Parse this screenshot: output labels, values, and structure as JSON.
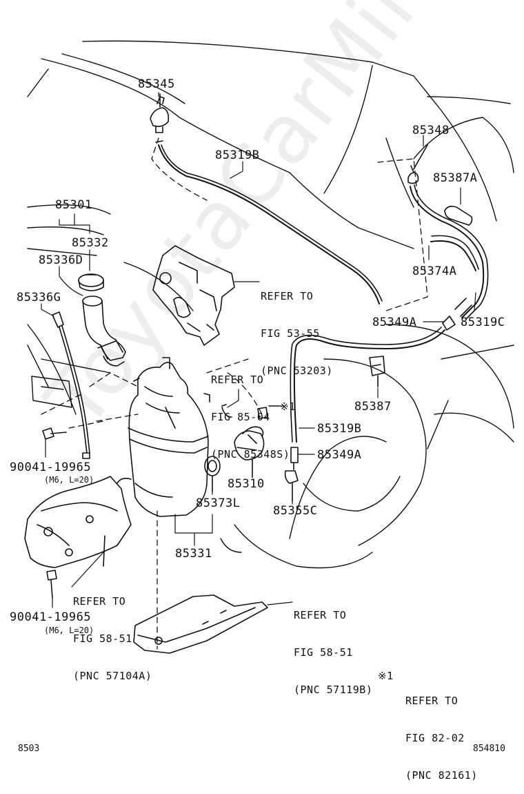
{
  "parts": {
    "p85345": "85345",
    "p85319B_top": "85319B",
    "p85348": "85348",
    "p85387A": "85387A",
    "p85301": "85301",
    "p85332": "85332",
    "p85336D": "85336D",
    "p85336G": "85336G",
    "p85374A": "85374A",
    "p85349A_top": "85349A",
    "p85319C": "85319C",
    "p85387": "85387",
    "p85319B_mid": "85319B",
    "p85349A_mid": "85349A",
    "p85310": "85310",
    "p85373L": "85373L",
    "p85355C": "85355C",
    "p85331": "85331",
    "bolt1": "90041-19965",
    "bolt1_spec": "(M6, L=20)",
    "bolt2": "90041-19965",
    "bolt2_spec": "(M6, L=20)"
  },
  "refs": {
    "r53": [
      "REFER TO",
      "FIG 53-55",
      "(PNC 53203)"
    ],
    "r85": [
      "REFER TO",
      "FIG 85-04",
      "(PNC 85348S)"
    ],
    "r58a": [
      "REFER TO",
      "FIG 58-51",
      "(PNC 57104A)"
    ],
    "r58b": [
      "REFER TO",
      "FIG 58-51",
      "(PNC 57119B)"
    ],
    "r82_mark": "※1",
    "r82": [
      "REFER TO",
      "FIG 82-02",
      "(PNC 82161)"
    ],
    "mark1": "※1"
  },
  "footer": {
    "left": "8503",
    "right": "854810"
  },
  "watermark": "ToyotaCarMine.ru"
}
